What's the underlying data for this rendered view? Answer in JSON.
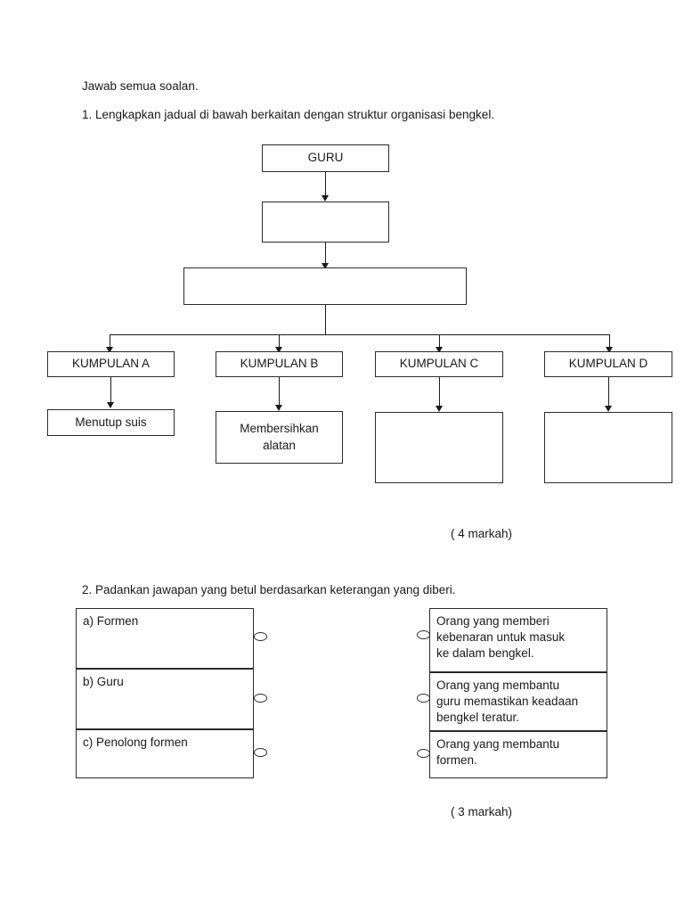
{
  "instructions": {
    "answer_all": "Jawab semua soalan.",
    "q1": "1. Lengkapkan jadual di bawah berkaitan dengan struktur organisasi bengkel.",
    "q2": "2. Padankan jawapan yang betul berdasarkan keterangan yang diberi."
  },
  "org_chart": {
    "level1": {
      "label": "GURU"
    },
    "level2": {
      "label": ""
    },
    "level3": {
      "label": ""
    },
    "groups": [
      {
        "label": "KUMPULAN  A",
        "task": "Menutup suis"
      },
      {
        "label": "KUMPULAN  B",
        "task": "Membersihkan\nalatan"
      },
      {
        "label": "KUMPULAN  C",
        "task": ""
      },
      {
        "label": "KUMPULAN  D",
        "task": ""
      }
    ]
  },
  "matching": {
    "left": [
      {
        "label": "a) Formen"
      },
      {
        "label": "b) Guru"
      },
      {
        "label": "c) Penolong formen"
      }
    ],
    "right": [
      {
        "label": "Orang yang memberi\nkebenaran untuk masuk\nke dalam bengkel."
      },
      {
        "label": "Orang yang membantu\nguru memastikan keadaan\nbengkel teratur."
      },
      {
        "label": "Orang yang membantu\nformen."
      }
    ]
  },
  "marks": {
    "q1": "( 4 markah)",
    "q2": "( 3 markah)"
  }
}
